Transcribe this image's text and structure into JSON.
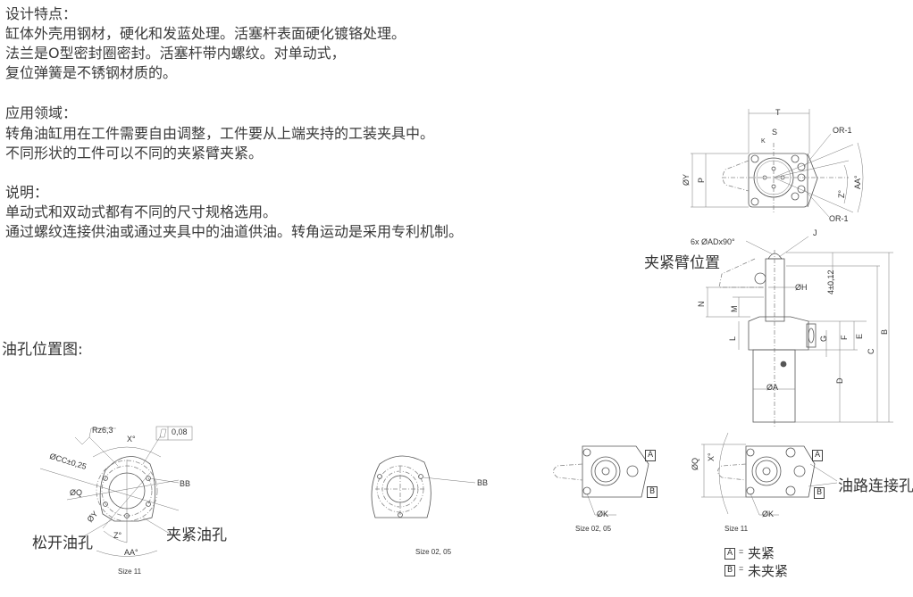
{
  "design": {
    "heading": "设计特点：",
    "lines": [
      "缸体外壳用钢材，硬化和发蓝处理。活塞杆表面硬化镀铬处理。",
      "法兰是O型密封圈密封。活塞杆带内螺纹。对单动式，",
      "复位弹簧是不锈钢材质的。"
    ]
  },
  "application": {
    "heading": "应用领域：",
    "lines": [
      "转角油缸用在工件需要自由调整，工件要从上端夹持的工装夹具中。",
      "不同形状的工件可以不同的夹紧臂夹紧。"
    ]
  },
  "notes": {
    "heading": "说明：",
    "lines": [
      "单动式和双动式都有不同的尺寸规格选用。",
      "通过螺纹连接供油或通过夹具中的油道供油。转角运动是采用专利机制。"
    ]
  },
  "oil_hole_title": "油孔位置图:",
  "top_view": {
    "T": "T",
    "S": "S",
    "OR1a": "OR-1",
    "OR1b": "OR-1",
    "Y": "ØY",
    "P": "P",
    "Z": "Z°",
    "AA": "AA°",
    "K": "K"
  },
  "side_view": {
    "arm_position": "夹紧臂位置",
    "ad": "6x  ØADx90°",
    "J": "J",
    "H": "ØH",
    "tol": "4±0,12",
    "N": "N",
    "M": "M",
    "L": "L",
    "G": "G",
    "F": "F",
    "E": "E",
    "C": "C",
    "B": "B",
    "D": "D",
    "A": "ØA"
  },
  "size11_ports": {
    "rz": "Rz6,3",
    "flatness": "0,08",
    "X": "X°",
    "CC": "ØCC±0,25",
    "Q": "ØQ",
    "Y": "ØY",
    "BB": "BB",
    "clamp_port": "夹紧油孔",
    "release_port": "松开油孔",
    "Z": "Z°",
    "AA": "AA°",
    "caption": "Size 11"
  },
  "size0205_ports": {
    "BB": "BB",
    "caption": "Size 02, 05"
  },
  "flange_0205": {
    "A": "A",
    "B": "B",
    "K": "ØK",
    "caption": "Size 02, 05"
  },
  "flange_11": {
    "A": "A",
    "B": "B",
    "K": "ØK",
    "Q": "ØQ",
    "X": "X°",
    "connection": "油路连接孔",
    "caption": "Size 11"
  },
  "legend": [
    {
      "key": "A",
      "sep": "=",
      "label": "夹紧"
    },
    {
      "key": "B",
      "sep": "=",
      "label": "未夹紧"
    }
  ]
}
